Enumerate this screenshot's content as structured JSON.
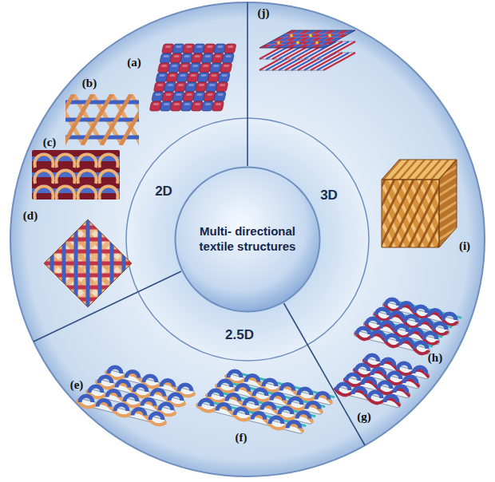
{
  "diagram": {
    "nodes": [
      {
        "text": [
          "Multi- directional textile structures"
        ]
      }
    ],
    "labels": [
      "(a)",
      "(b)",
      "(c)",
      "(d)",
      "(e)",
      "(f)",
      "(g)",
      "(h)",
      "(i)",
      "(j)",
      "2D",
      "2.5D",
      "3D"
    ]
  }
}
